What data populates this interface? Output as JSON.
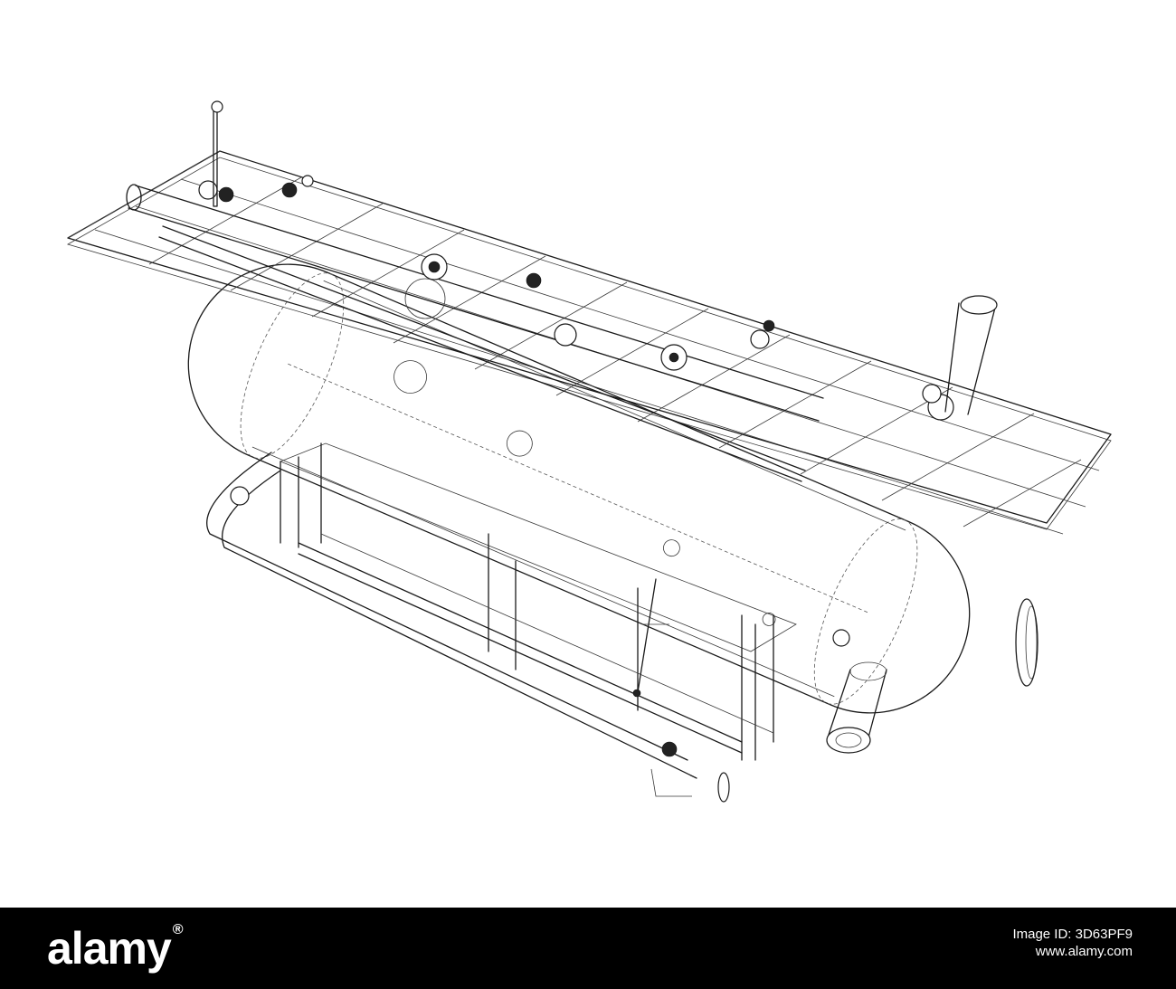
{
  "drawing": {
    "icons": [
      "pressure-vessel-wireframe"
    ]
  },
  "watermark": {
    "brand": "alamy",
    "registered_mark": "®",
    "image_id_label": "Image ID: 3D63PF9",
    "site_url": "www.alamy.com"
  },
  "colors": {
    "background": "#ffffff",
    "line": "#1a1a1a",
    "footer": "#000000",
    "footer_text": "#ffffff"
  }
}
